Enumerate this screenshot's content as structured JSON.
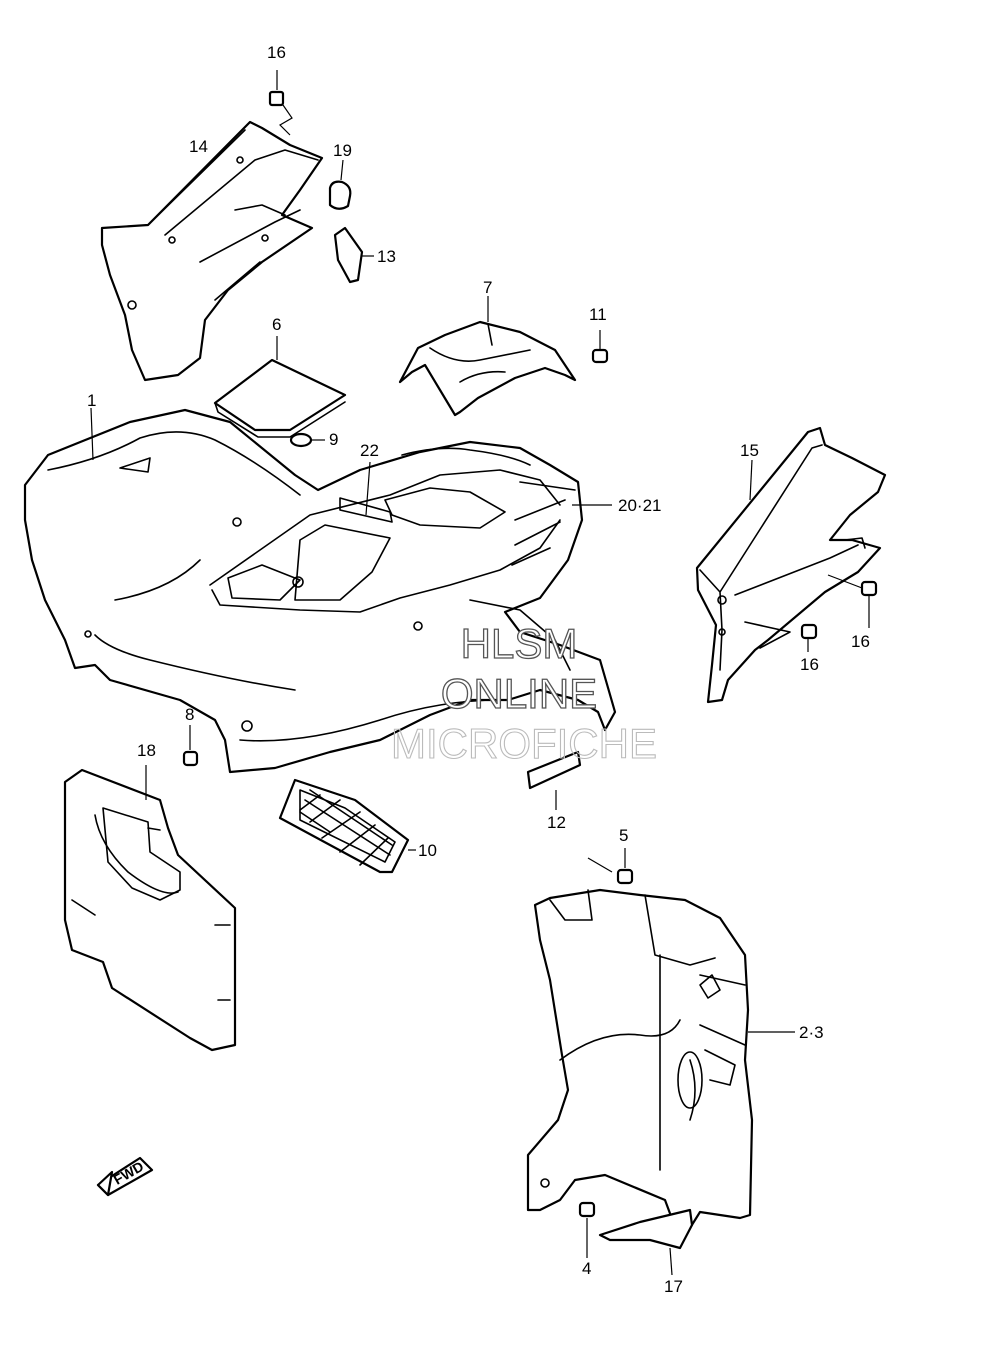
{
  "callouts": {
    "c16a": "16",
    "c14": "14",
    "c19": "19",
    "c13": "13",
    "c7": "7",
    "c11": "11",
    "c6": "6",
    "c1": "1",
    "c9": "9",
    "c22": "22",
    "c2021": "20·21",
    "c15": "15",
    "c16b": "16",
    "c16c": "16",
    "c8": "8",
    "c18": "18",
    "c10": "10",
    "c12": "12",
    "c5": "5",
    "c23": "2·3",
    "c4": "4",
    "c17": "17"
  },
  "watermark": {
    "line1": "HLSM",
    "line2": "ONLINE",
    "line3": "MICROFICHE"
  },
  "fwd_label": "FWD"
}
